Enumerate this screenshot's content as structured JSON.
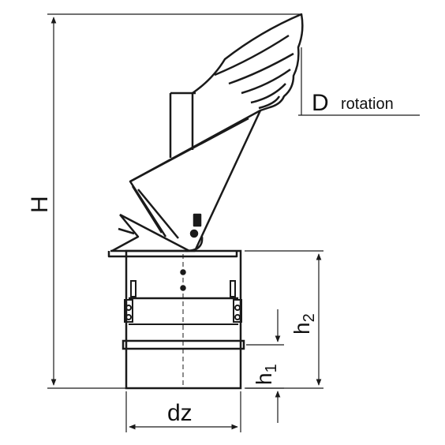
{
  "diagram": {
    "labels": {
      "H": "H",
      "D": "D",
      "rotation": "rotation",
      "h2": "h",
      "h2_sub": "2",
      "h1": "h",
      "h1_sub": "1",
      "dz": "dz"
    },
    "colors": {
      "line": "#1a1a1a",
      "background": "#ffffff"
    }
  }
}
